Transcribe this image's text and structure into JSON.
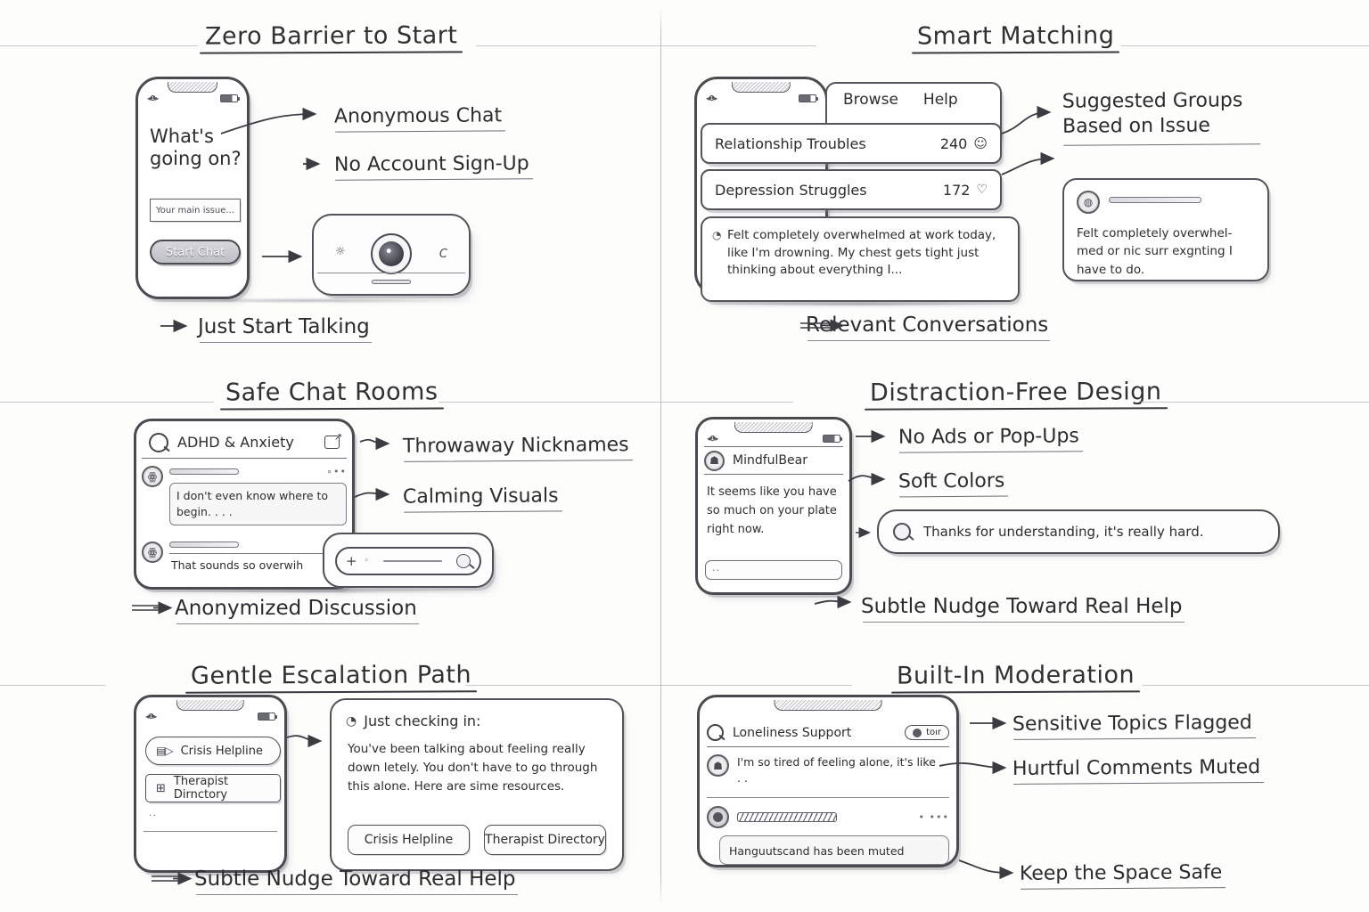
{
  "panels": {
    "zero_barrier": {
      "title": "Zero Barrier to Start",
      "phone": {
        "prompt_line1": "What's",
        "prompt_line2": "going on?",
        "input_placeholder": "Your main issue...",
        "cta_label": "Start Chat"
      },
      "annotations": [
        "Anonymous Chat",
        "No Account Sign-Up"
      ],
      "footer": "Just Start Talking"
    },
    "smart_matching": {
      "title": "Smart Matching",
      "tabs": [
        "Browse",
        "Help"
      ],
      "groups": [
        {
          "name": "Relationship Troubles",
          "count": "240",
          "icon": "chat-bubble-icon"
        },
        {
          "name": "Depression Struggles",
          "count": "172",
          "icon": "heart-icon"
        }
      ],
      "post": "Felt completely overwhelmed at work today, like I'm drowning. My chest gets tight just thinking about everything I...",
      "side_card": "Felt completely overwhel-med or nic surr exgnting I have to do.",
      "annotation": "Suggested Groups Based on Issue",
      "footer": "Relevant Conversations"
    },
    "safe_chat_rooms": {
      "title": "Safe Chat Rooms",
      "room_name": "ADHD & Anxiety",
      "messages": [
        "I don't even know where to begin. . . .",
        "That sounds so overwih"
      ],
      "annotations": [
        "Throwaway Nicknames",
        "Calming Visuals"
      ],
      "footer": "Anonymized Discussion"
    },
    "distraction_free": {
      "title": "Distraction-Free Design",
      "username": "MindfulBear",
      "message": "It seems like you have so much on your plate right now.",
      "reply_bar": "Thanks for understanding, it's really hard.",
      "annotations": [
        "No Ads or Pop-Ups",
        "Soft Colors"
      ],
      "footer": "Subtle Nudge Toward Real Help"
    },
    "gentle_escalation": {
      "title": "Gentle Escalation Path",
      "menu": [
        {
          "label": "Crisis Helpline",
          "icon": "card-arrow-icon"
        },
        {
          "label": "Therapist Dirnctory",
          "icon": "window-grid-icon"
        }
      ],
      "card": {
        "heading": "Just checking in:",
        "body": "You've been talking about feeling really down letely. You don't have to go through this alone. Here are sime resources.",
        "buttons": [
          "Crisis Helpline",
          "Therapist Directory"
        ]
      },
      "footer": "Subtle Nudge Toward Real Help"
    },
    "built_in_moderation": {
      "title": "Built-In Moderation",
      "room_name": "Loneliness Support",
      "badge": "toır",
      "message": "I'm so tired of feeling alone, it's like . . .",
      "muted_notice": "Hanguutscand has been muted",
      "annotations": [
        "Sensitive Topics Flagged",
        "Hurtful Comments Muted"
      ],
      "footer": "Keep the Space Safe"
    }
  },
  "colors": {
    "paper": "#fdfdfc",
    "ink": "#2e2e30",
    "rule": "#c9c9cf",
    "stroke": "#53535a"
  }
}
